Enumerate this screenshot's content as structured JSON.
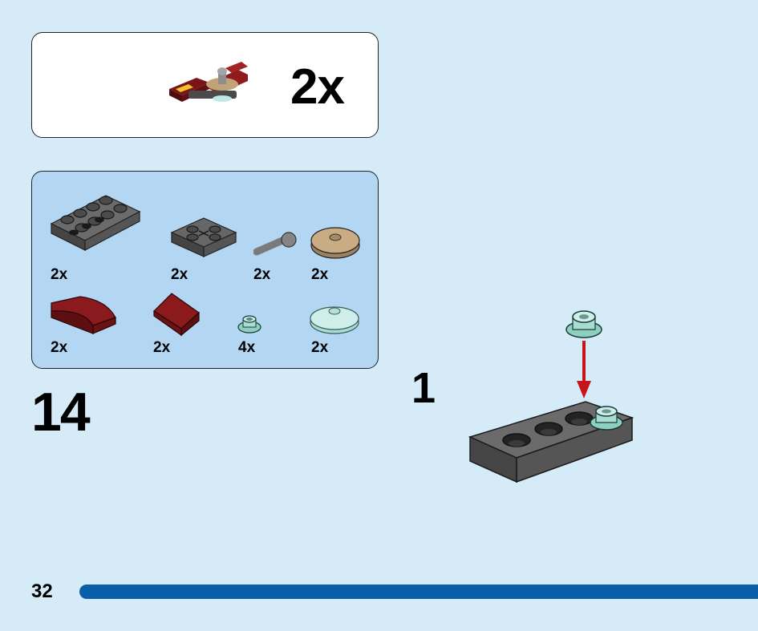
{
  "callout": {
    "quantity": "2x",
    "model_icon": "sub-assembly-model"
  },
  "parts": [
    {
      "icon": "plate-2x4-dark-gray",
      "qty": "2x"
    },
    {
      "icon": "plate-2x2-jumper-dark-gray",
      "qty": "2x"
    },
    {
      "icon": "bar-with-stud-gray",
      "qty": "2x"
    },
    {
      "icon": "round-tile-2x2-tan",
      "qty": "2x"
    },
    {
      "icon": "curved-slope-dark-red",
      "qty": "2x"
    },
    {
      "icon": "slope-dark-red",
      "qty": "2x"
    },
    {
      "icon": "round-plate-1x1-trans-light-blue",
      "qty": "4x"
    },
    {
      "icon": "round-tile-2x2-trans-light-blue",
      "qty": "2x"
    }
  ],
  "step": {
    "number": "14",
    "substep": "1"
  },
  "page": {
    "number": "32",
    "accent": "#0a5ea8",
    "background": "#d5ecf8",
    "parts_panel": "#b3d7f3"
  }
}
